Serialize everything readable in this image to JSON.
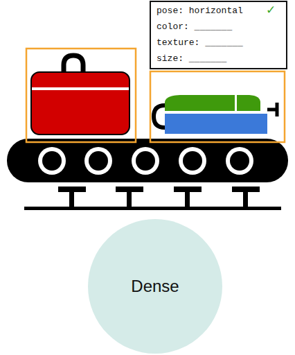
{
  "diagram": {
    "nodes": [
      {
        "text": [
          "pose: horizontal",
          "color: _______",
          "texture: _______",
          "size: _______"
        ]
      },
      {
        "text": [
          "Dense"
        ]
      }
    ],
    "labels": [
      "✓"
    ]
  }
}
